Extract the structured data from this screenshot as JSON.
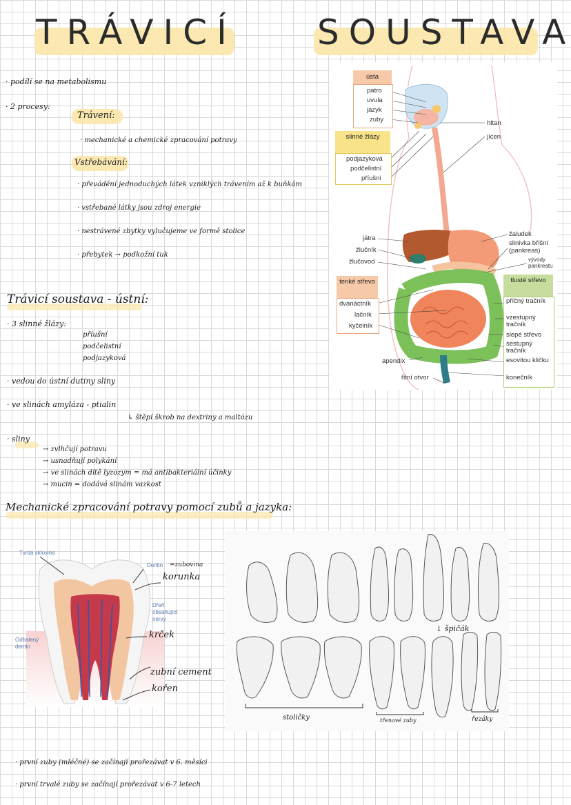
{
  "title": {
    "word1": "TRÁVICÍ",
    "word2": "SOUSTAVA"
  },
  "intro": [
    "podílí se na metabolismu",
    "2 procesy:"
  ],
  "processes": {
    "travení": {
      "label": "Trávení:",
      "items": [
        "mechanické a chemické zpracování potravy"
      ]
    },
    "vstrebavani": {
      "label": "Vstřebávání:",
      "items": [
        "převádění jednoduchých látek vzniklých trávením až k buňkám",
        "vstřebané látky jsou zdroj energie",
        "nestrávené zbytky vylučujeme ve formě stolice",
        "přebytek → podkožní tuk"
      ]
    }
  },
  "oral": {
    "heading": "Trávicí soustava - ústní:",
    "glands_label": "3 slinné žlázy:",
    "glands": [
      "příušní",
      "podčelistní",
      "podjazyková"
    ],
    "notes": [
      "vedou do ústní dutiny sliny",
      "ve slinách amyláza - ptialin"
    ],
    "ptialin_note": "↳ štěpí škrob na dextriny a maltózu",
    "sliny_label": "sliny",
    "sliny_items": [
      "→ zvlhčují potravu",
      "→ usnadňují polykání",
      "→ ve slinách dítě lyzozym = má antibakteriální účinky",
      "→ mucin = dodává slinám vazkost"
    ]
  },
  "mechanical_heading": "Mechanické zpracování potravy pomocí zubů a jazyka:",
  "diagram": {
    "usta_box": "ústa",
    "usta_items": [
      "patro",
      "uvula",
      "jazyk",
      "zuby"
    ],
    "slinne_box": "slinné žlázy",
    "slinne_items": [
      "podjazyková",
      "podčelistní",
      "příušní"
    ],
    "right_top": [
      "hltan",
      "jícen"
    ],
    "left_mid": [
      "játra",
      "žlučník",
      "žlučovod"
    ],
    "right_mid": [
      "žaludek",
      "slinivka břišní (pankreas)",
      "vývody pankreatu"
    ],
    "tenke_box": "tenké střevo",
    "tenke_items": [
      "dvanáctník",
      "lačník",
      "kyčelník"
    ],
    "tluste_box": "tlusté střevo",
    "tluste_items": [
      "příčný tračník",
      "vzestupný tračník",
      "slepé střevo",
      "sestupný tračník",
      "esovitou kličku",
      "konečník"
    ],
    "bottom_left": [
      "apendix",
      "řitní otvor"
    ]
  },
  "tooth": {
    "labels": [
      "Tvrdá sklovina",
      "Dentin",
      "Dřeň obsahující nervy",
      "Odhalený dentin"
    ],
    "hand": [
      "=zubovina",
      "korunka",
      "krček",
      "zubní cement",
      "kořen"
    ]
  },
  "teeth": {
    "labels": [
      "stoličky",
      "třenové zuby",
      "řezáky"
    ],
    "spicak": "↓ špičák"
  },
  "footer": [
    "první zuby (mléčné) se začínají prořezávat v 6. měsíci",
    "první trvalé zuby se začínají prořezávat v 6-7 letech"
  ],
  "colors": {
    "highlight": "#fbe7a8",
    "orange": "#f6c9a8",
    "yellow": "#f8e38a",
    "green": "#c6dd9e"
  }
}
